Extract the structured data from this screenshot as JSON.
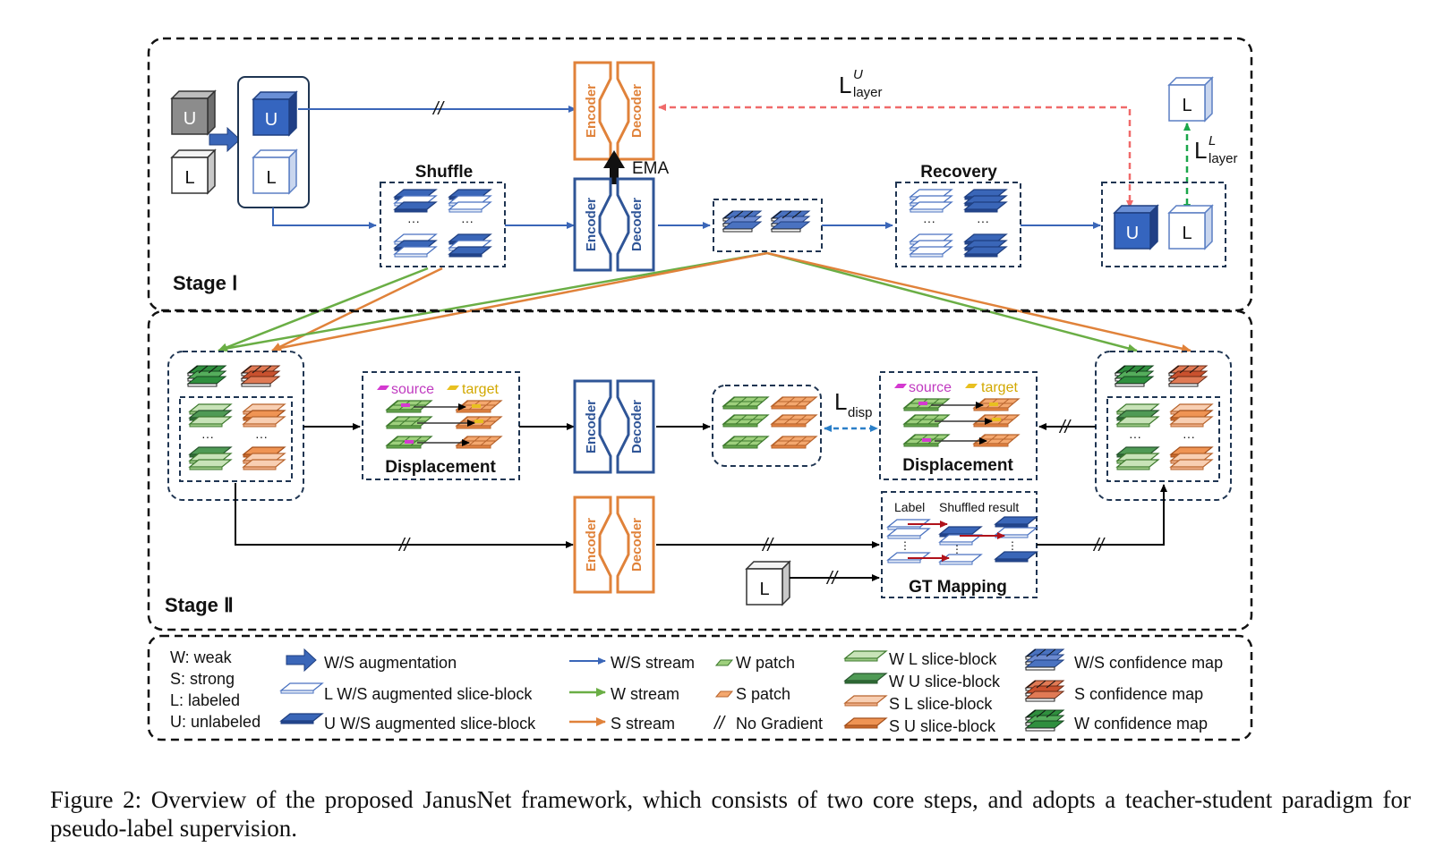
{
  "stage1": {
    "label": "Stage Ⅰ"
  },
  "stage2": {
    "label": "Stage Ⅱ"
  },
  "nodes": {
    "shuffle": "Shuffle",
    "recovery": "Recovery",
    "ema": "EMA",
    "encoder": "Encoder",
    "decoder": "Decoder",
    "displacement": "Displacement",
    "gt_mapping": "GT Mapping",
    "source": "source",
    "target": "target",
    "label_col": "Label",
    "shuffled_result": "Shuffled result",
    "cube_u": "U",
    "cube_l": "L"
  },
  "losses": {
    "layer_u_main": "L",
    "layer_u_sup": "U",
    "layer_u_sub": "layer",
    "layer_l_main": "L",
    "layer_l_sup": "L",
    "layer_l_sub": "layer",
    "disp_main": "L",
    "disp_sub": "disp"
  },
  "legend": {
    "defs": [
      "W: weak",
      "S: strong",
      "L: labeled",
      "U: unlabeled"
    ],
    "items": [
      {
        "icon": "augmentation-arrow-icon",
        "label": "W/S augmentation"
      },
      {
        "icon": "l-slice-block-icon",
        "label": "L W/S augmented slice-block"
      },
      {
        "icon": "u-slice-block-icon",
        "label": "U W/S augmented slice-block"
      },
      {
        "icon": "ws-stream-arrow-icon",
        "label": "W/S stream"
      },
      {
        "icon": "w-stream-arrow-icon",
        "label": "W stream"
      },
      {
        "icon": "s-stream-arrow-icon",
        "label": "S stream"
      },
      {
        "icon": "w-patch-icon",
        "label": "W patch"
      },
      {
        "icon": "s-patch-icon",
        "label": "S patch"
      },
      {
        "icon": "no-gradient-icon",
        "label": "No Gradient"
      },
      {
        "icon": "w-l-slice-icon",
        "label": "W L slice-block"
      },
      {
        "icon": "w-u-slice-icon",
        "label": "W U slice-block"
      },
      {
        "icon": "s-l-slice-icon",
        "label": "S L slice-block"
      },
      {
        "icon": "s-u-slice-icon",
        "label": "S U slice-block"
      },
      {
        "icon": "ws-confidence-map-icon",
        "label": "W/S confidence map"
      },
      {
        "icon": "s-confidence-map-icon",
        "label": "S confidence map"
      },
      {
        "icon": "w-confidence-map-icon",
        "label": "W confidence map"
      }
    ]
  },
  "caption": "Figure 2: Overview of the proposed JanusNet framework, which consists of two core steps, and adopts a teacher-student paradigm for pseudo-label supervision.",
  "colors": {
    "blue": "#3a66b8",
    "dark_blue": "#1f3f80",
    "orange": "#e0823a",
    "green": "#6aae45",
    "red_dashed": "#f06a6a",
    "green_dashed": "#1aa64a",
    "disp_dashed": "#2a7fc8",
    "red_arrow": "#b0121b",
    "frame": "#1f3552"
  }
}
